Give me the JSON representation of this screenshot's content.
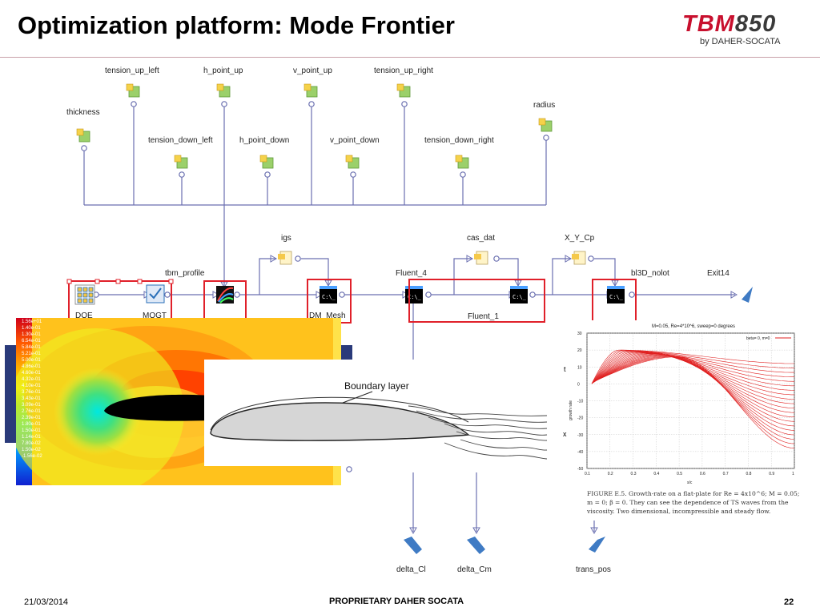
{
  "slide": {
    "title": "Optimization platform: Mode Frontier",
    "brand_main_red": "TBM",
    "brand_main_gray": "850",
    "brand_sub": "by DAHER-SOCATA",
    "footer_date": "21/03/2014",
    "footer_center": "PROPRIETARY DAHER SOCATA",
    "footer_page": "22"
  },
  "workflow": {
    "inputs_top": [
      "tension_up_left",
      "h_point_up",
      "v_point_up",
      "tension_up_right"
    ],
    "inputs_mid": [
      "thickness",
      "radius"
    ],
    "inputs_low": [
      "tension_down_left",
      "h_point_down",
      "v_point_down",
      "tension_down_right"
    ],
    "files": [
      "igs",
      "cas_dat",
      "X_Y_Cp"
    ],
    "nodes": {
      "doe": "DOE",
      "mogt": "MOGT",
      "tbm_profile": "tbm_profile",
      "dm_mesh": "DM_Mesh",
      "fluent_4": "Fluent_4",
      "fluent_1": "Fluent_1",
      "bl3d": "bl3D_nolot",
      "exit": "Exit14"
    },
    "outputs": [
      "delta_Cl",
      "delta_Cm",
      "trans_pos"
    ],
    "console_text": "C:\\_",
    "colors": {
      "highlight": "#e0202a",
      "connector": "#6a6fb0",
      "input_icon": "#9bd06a",
      "output_icon": "#3f7bc4"
    }
  },
  "contour": {
    "colorbar_labels": [
      "1.56e+01",
      "1.40e-01",
      "1.30e-01",
      "6.54e-01",
      "5.84e-01",
      "5.21e-01",
      "5.00e-01",
      "4.86e-01",
      "4.60e-01",
      "4.32e-01",
      "4.10e-01",
      "3.76e-01",
      "3.43e-01",
      "3.09e-01",
      "2.76e-01",
      "2.39e-01",
      "1.80e-01",
      "1.50e-01",
      "1.14e-01",
      "7.80e-02",
      "1.50e-02",
      "-1.56e-02"
    ],
    "boundary_label": "Boundary layer"
  },
  "chart_data": {
    "type": "line",
    "title": "M=0.05, Re=4*10^6, sweep=0 degrees",
    "xlabel": "s/c",
    "ylabel": "growth rate",
    "xlim": [
      0.1,
      1.0
    ],
    "ylim": [
      -50,
      30
    ],
    "xticks": [
      "0.1",
      "0.2",
      "0.3",
      "0.4",
      "0.5",
      "0.6",
      "0.7",
      "0.8",
      "0.9",
      "1"
    ],
    "yticks": [
      "30",
      "20",
      "10",
      "0",
      "-10",
      "-20",
      "-30",
      "-40",
      "-50"
    ],
    "legend": "beta= 0, m=0",
    "legend_position": "top-right",
    "series_count": 20,
    "peak_first": {
      "x": 0.24,
      "y": 20
    },
    "peak_last": {
      "x": 0.5,
      "y": 16
    },
    "end_first": {
      "x": 1.0,
      "y": 12
    },
    "end_last": {
      "x": 1.0,
      "y": -38
    }
  },
  "caption": {
    "text": "FIGURE E.5. Growth-rate on a flat-plate for Re = 4x10^6; M = 0.05; m = 0; β = 0. They can see the dependence of TS waves from the viscosity. Two dimensional, incompressible and steady flow."
  }
}
